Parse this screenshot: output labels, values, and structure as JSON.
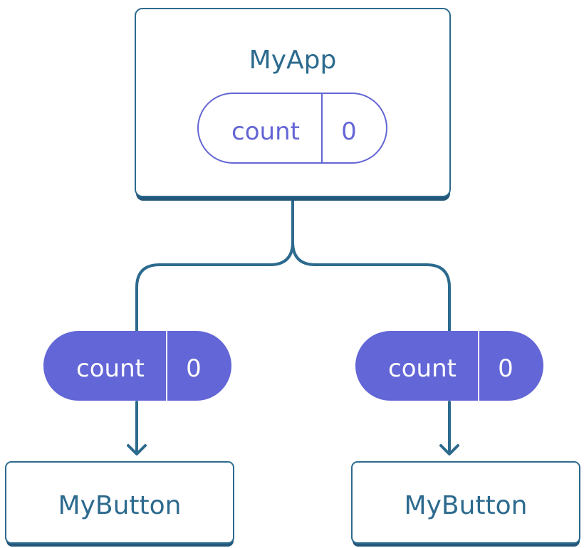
{
  "colors": {
    "component_stroke": "#2c6a8e",
    "component_shadow": "#23587a",
    "state_outline": "#6466d4",
    "state_fill": "#6366d6",
    "state_text_on_fill": "#ffffff"
  },
  "root_component": {
    "name": "MyApp",
    "state": {
      "label": "count",
      "value": "0"
    }
  },
  "props": [
    {
      "label": "count",
      "value": "0"
    },
    {
      "label": "count",
      "value": "0"
    }
  ],
  "children": [
    {
      "name": "MyButton"
    },
    {
      "name": "MyButton"
    }
  ]
}
